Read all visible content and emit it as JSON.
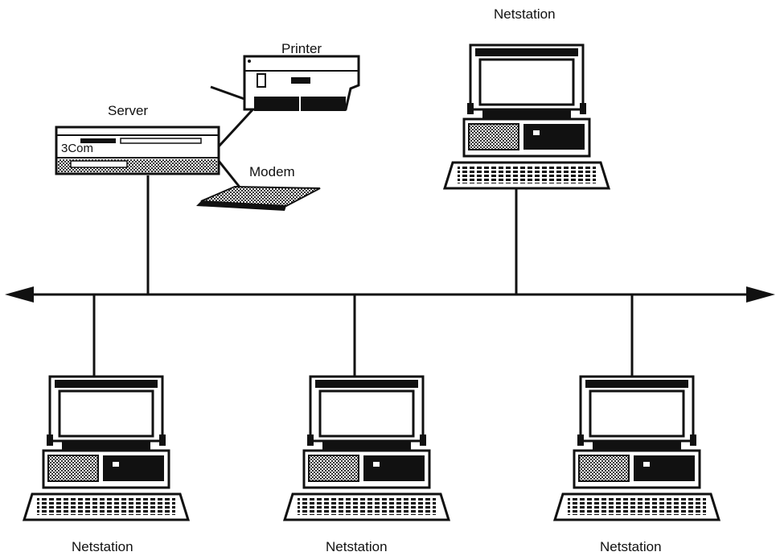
{
  "diagram": {
    "nodes": {
      "server": {
        "label": "Server",
        "brand": "3Com"
      },
      "printer": {
        "label": "Printer"
      },
      "modem": {
        "label": "Modem"
      },
      "netstation_top": {
        "label": "Netstation"
      },
      "netstation_1": {
        "label": "Netstation"
      },
      "netstation_2": {
        "label": "Netstation"
      },
      "netstation_3": {
        "label": "Netstation"
      }
    }
  },
  "colors": {
    "line": "#111111",
    "dither": "#777777",
    "background": "#ffffff"
  }
}
